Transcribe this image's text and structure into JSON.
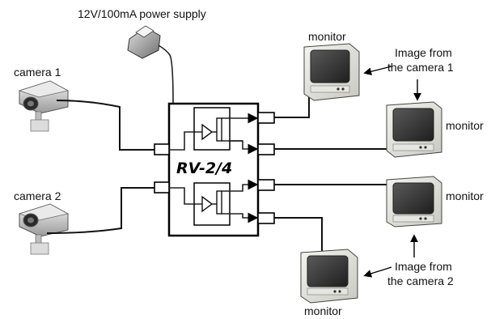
{
  "power_supply": {
    "label": "12V/100mA power supply"
  },
  "device": {
    "label": "RV-2/4"
  },
  "cameras": [
    {
      "label": "camera 1"
    },
    {
      "label": "camera 2"
    }
  ],
  "monitors": [
    {
      "label": "monitor"
    },
    {
      "label": "monitor"
    },
    {
      "label": "monitor"
    },
    {
      "label": "monitor"
    }
  ],
  "annotations": [
    {
      "line1": "Image from",
      "line2": "the camera 1"
    },
    {
      "line1": "Image from",
      "line2": "the camera 2"
    }
  ]
}
